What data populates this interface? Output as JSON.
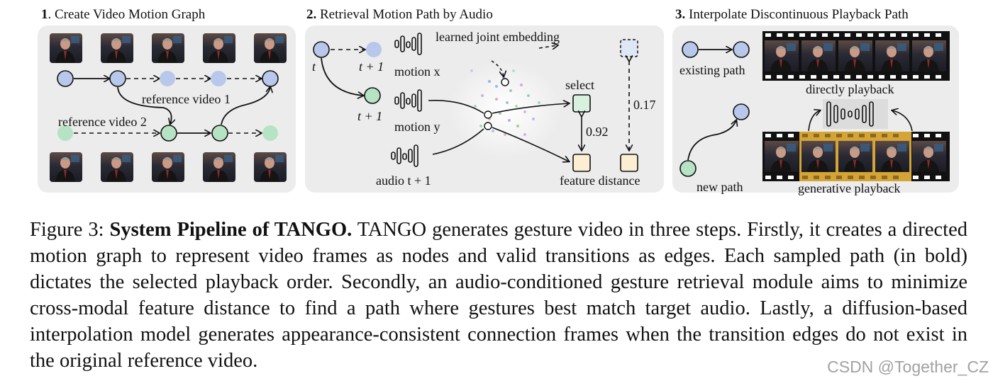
{
  "panels": [
    {
      "num": "1",
      "title": ". Create Video Motion Graph"
    },
    {
      "num": "2.",
      "title": " Retrieval Motion Path by Audio"
    },
    {
      "num": "3.",
      "title": " Interpolate Discontinuous Playback Path"
    }
  ],
  "panel1": {
    "reference_video_1": "reference video 1",
    "reference_video_2": "reference video 2"
  },
  "panel2": {
    "t": "t",
    "t_plus_1_top": "t + 1",
    "t_plus_1_bottom": "t + 1",
    "motion_x": "motion x",
    "motion_y": "motion y",
    "audio": "audio t + 1",
    "learned": "learned joint embedding",
    "select": "select",
    "feature_distance": "feature distance",
    "d1": "0.92",
    "d2": "0.17"
  },
  "panel3": {
    "existing_path": "existing path",
    "new_path": "new path",
    "directly_playback": "directly playback",
    "generative_playback": "generative playback"
  },
  "caption": {
    "figure_label": "Figure 3: ",
    "bold": "System Pipeline of TANGO.",
    "text": " TANGO generates gesture video in three steps. Firstly, it creates a directed motion graph to represent video frames as nodes and valid transitions as edges. Each sampled path (in bold) dictates the selected playback order. Secondly, an audio-conditioned gesture retrieval module aims to minimize cross-modal feature distance to find a path where gestures best match target audio. Lastly, a diffusion-based interpolation model generates appearance-consistent connection frames when the transition edges do not exist in the original reference video."
  },
  "watermark": "CSDN @Together_CZ",
  "colors": {
    "blue_node": "#b8c8ea",
    "green_node": "#b6e3c4",
    "select_box": "#d9f0df",
    "feature_box": "#fbeed2",
    "gold_strip": "#d4a437"
  }
}
